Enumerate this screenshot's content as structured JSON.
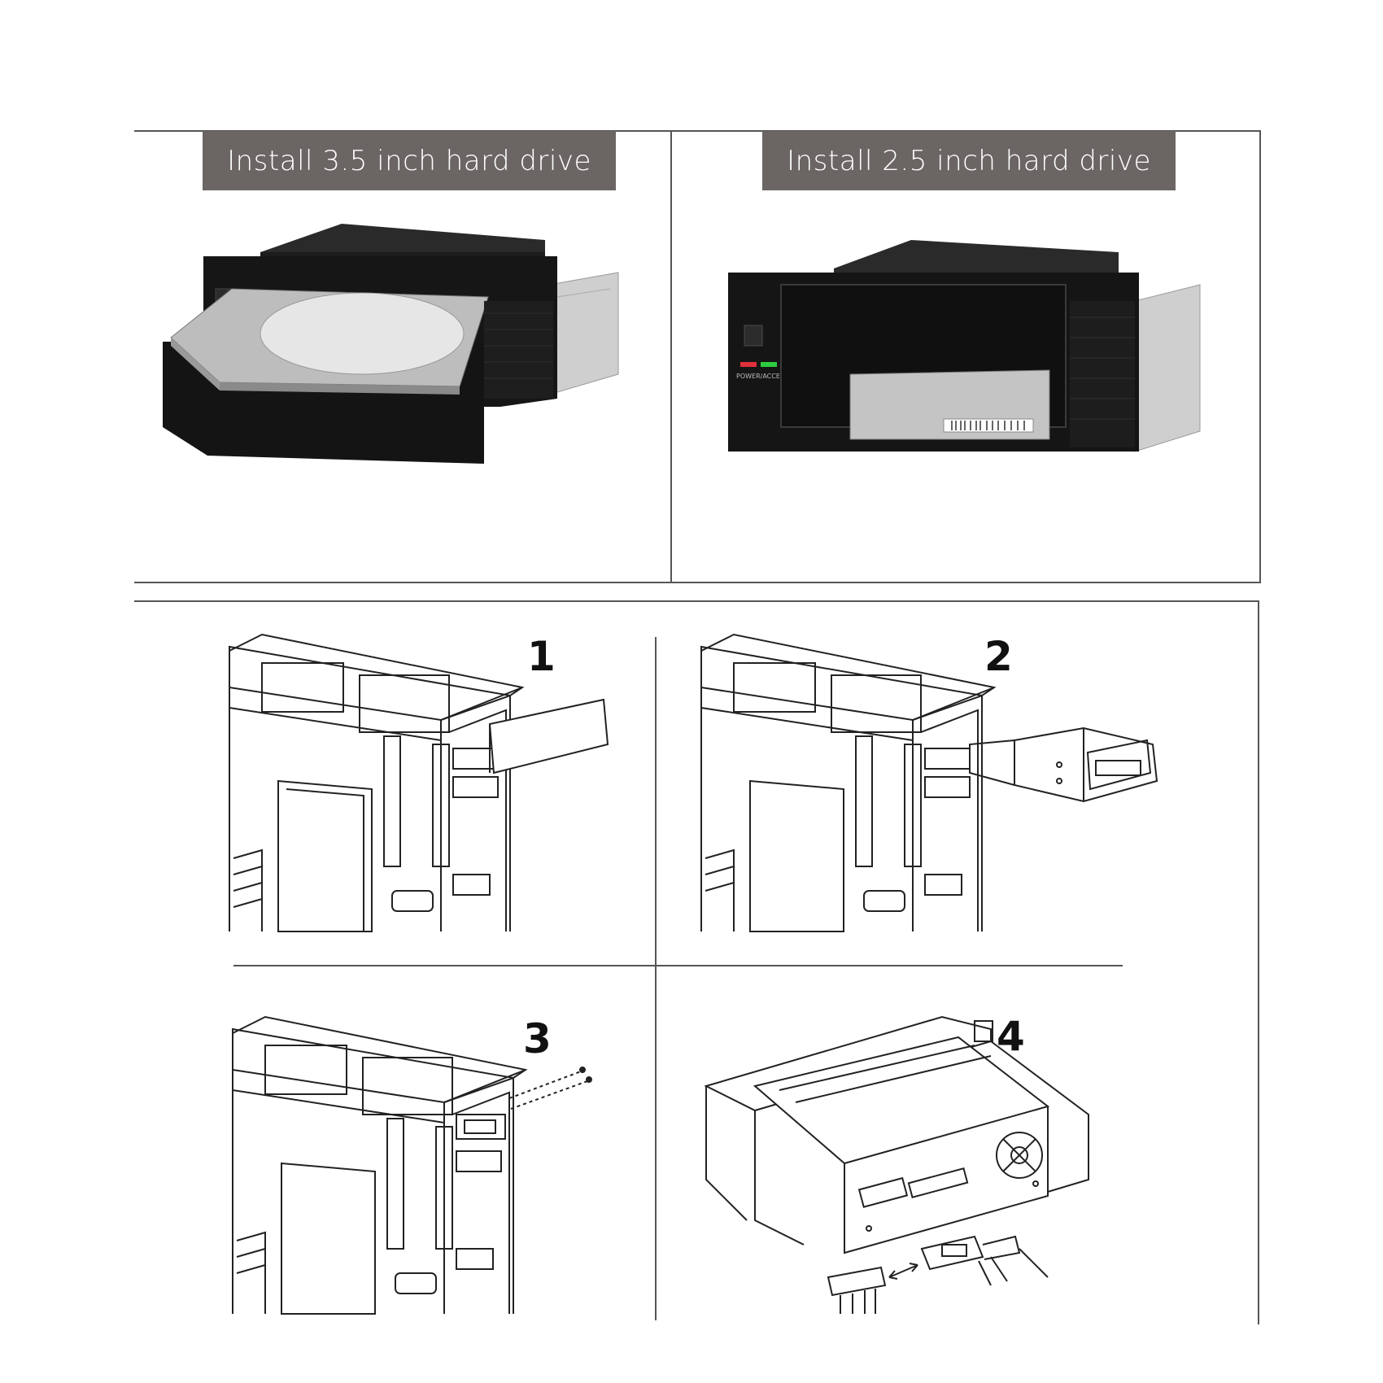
{
  "top_section": {
    "left_banner": "Install 3.5 inch hard drive",
    "right_banner": "Install 2.5 inch hard drive",
    "led_label": "POWER/ACCESS"
  },
  "steps": [
    {
      "number": "1"
    },
    {
      "number": "2"
    },
    {
      "number": "3"
    },
    {
      "number": "4"
    }
  ],
  "colors": {
    "banner_bg": "#6b6664",
    "enclosure": "#1a1a1a",
    "led_power": "#e0303a",
    "led_access": "#2ecc40"
  }
}
